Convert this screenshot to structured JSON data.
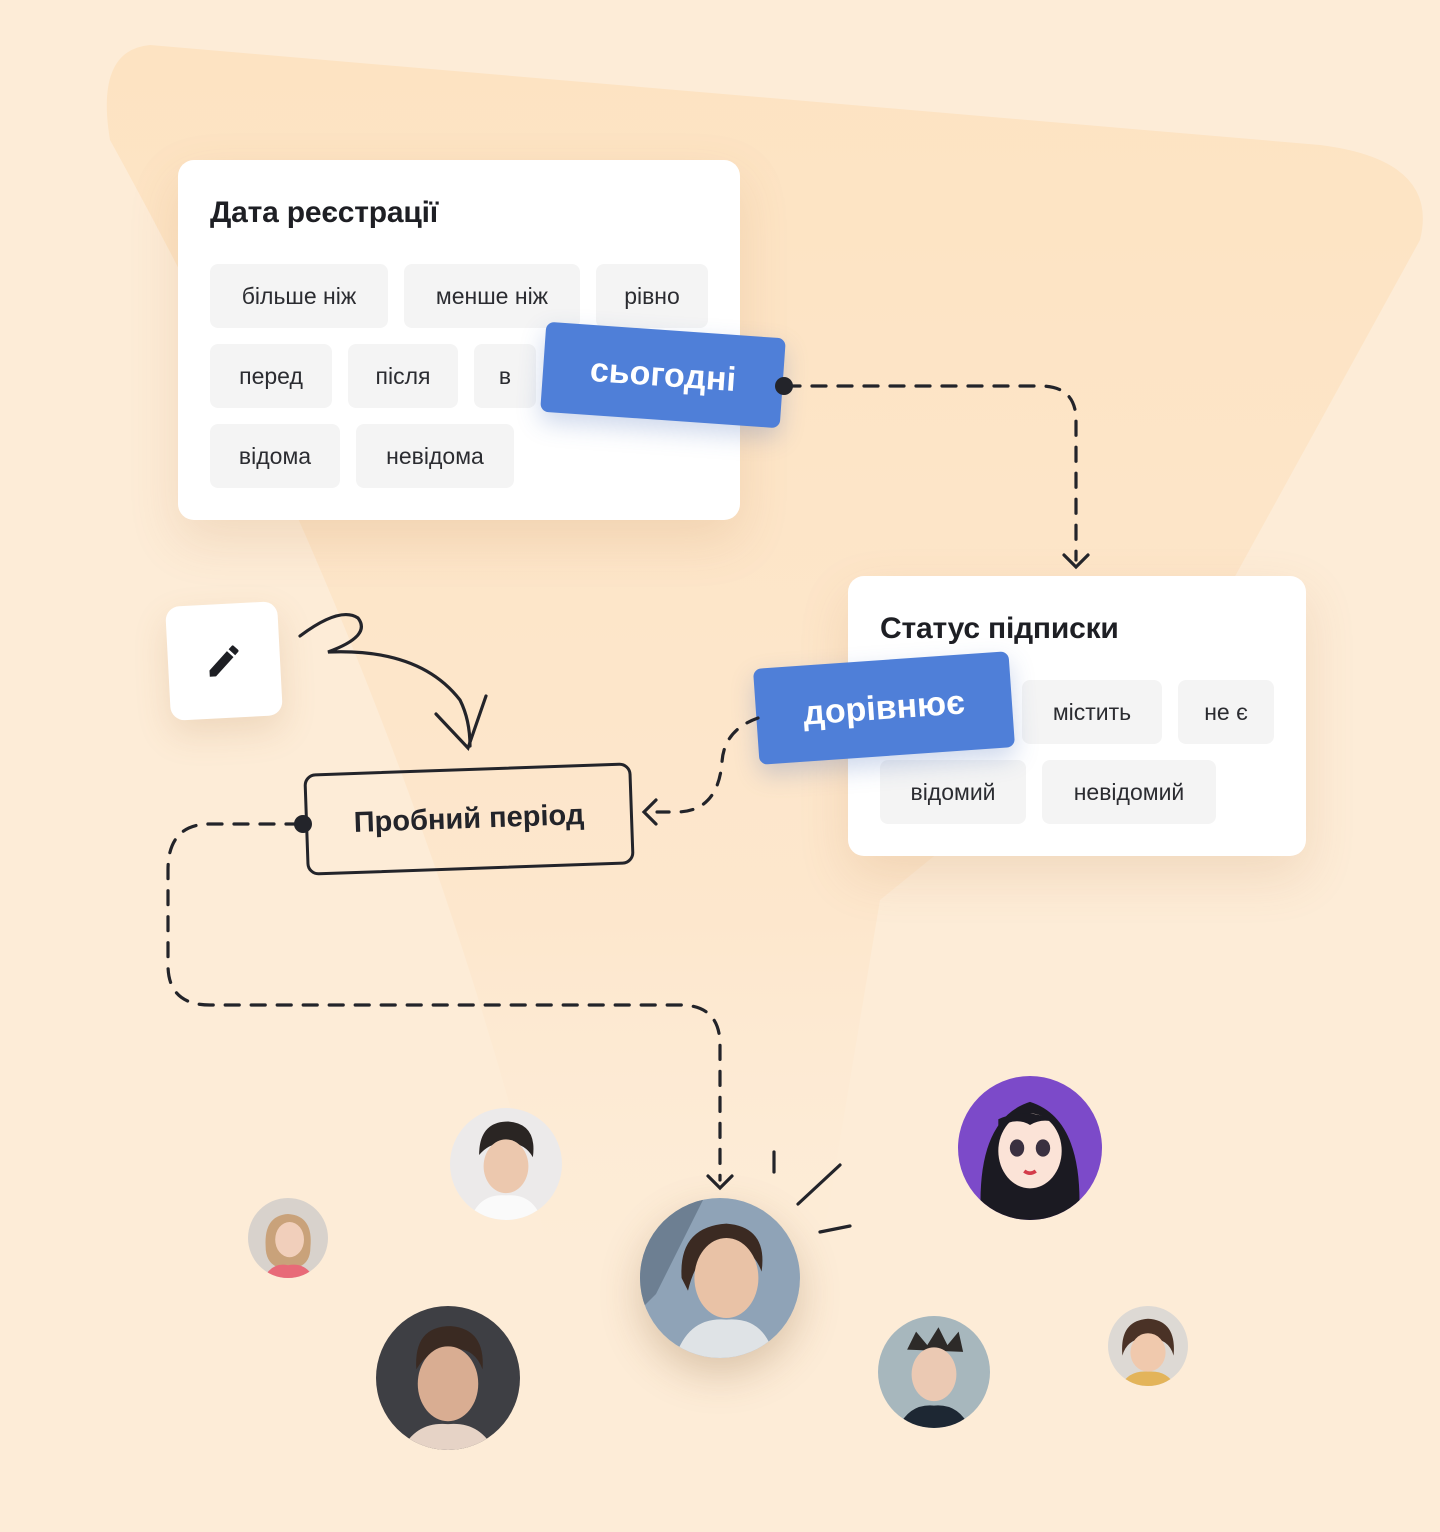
{
  "colors": {
    "background": "#fdecd7",
    "accent_blue": "#4f7fd8",
    "chip_bg": "#f4f4f4",
    "text_dark": "#1e1f24"
  },
  "registration_card": {
    "title": "Дата реєстрації",
    "chips": [
      "більше ніж",
      "менше ніж",
      "рівно",
      "перед",
      "після",
      "в",
      "відома",
      "невідома"
    ],
    "selected_tag": "сьогодні"
  },
  "subscription_card": {
    "title": "Статус підписки",
    "chips": [
      "містить",
      "не є",
      "відомий",
      "невідомий"
    ],
    "selected_tag": "дорівнює"
  },
  "trial_box": {
    "label": "Пробний період"
  },
  "edit_button": {
    "icon": "pencil-icon"
  },
  "audience": {
    "avatars": [
      {
        "name": "avatar-woman-blonde"
      },
      {
        "name": "avatar-man-dark-hair"
      },
      {
        "name": "avatar-woman-center-highlighted"
      },
      {
        "name": "avatar-anime-girl"
      },
      {
        "name": "avatar-man-portrait"
      },
      {
        "name": "avatar-man-crown"
      },
      {
        "name": "avatar-child"
      }
    ]
  }
}
